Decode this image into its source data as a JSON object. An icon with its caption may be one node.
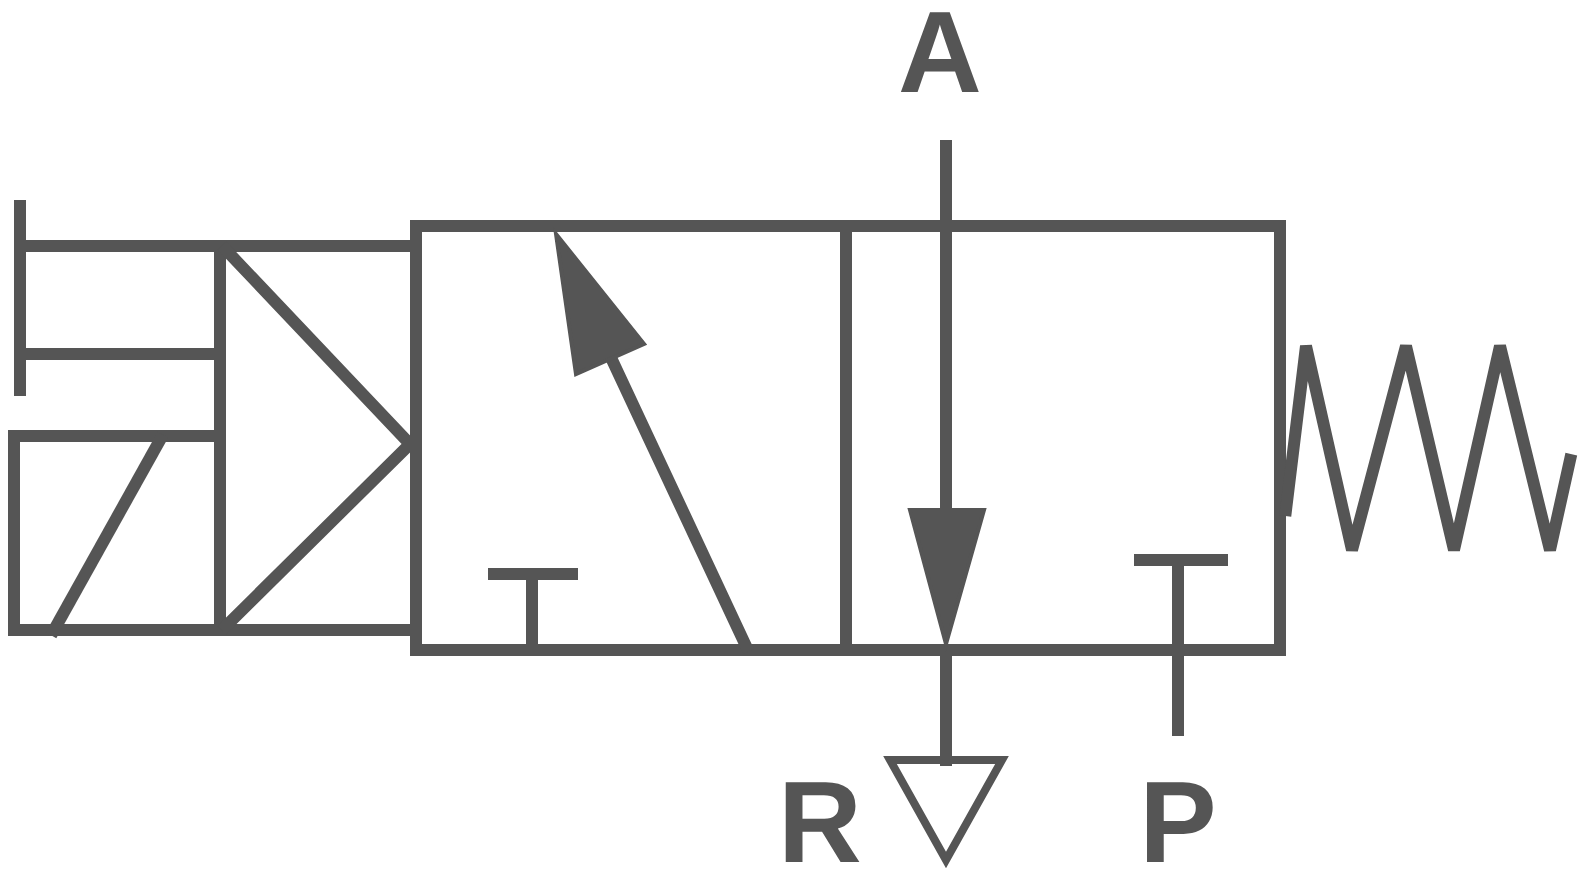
{
  "diagram": {
    "labels": [
      "A",
      "R",
      "P"
    ]
  }
}
